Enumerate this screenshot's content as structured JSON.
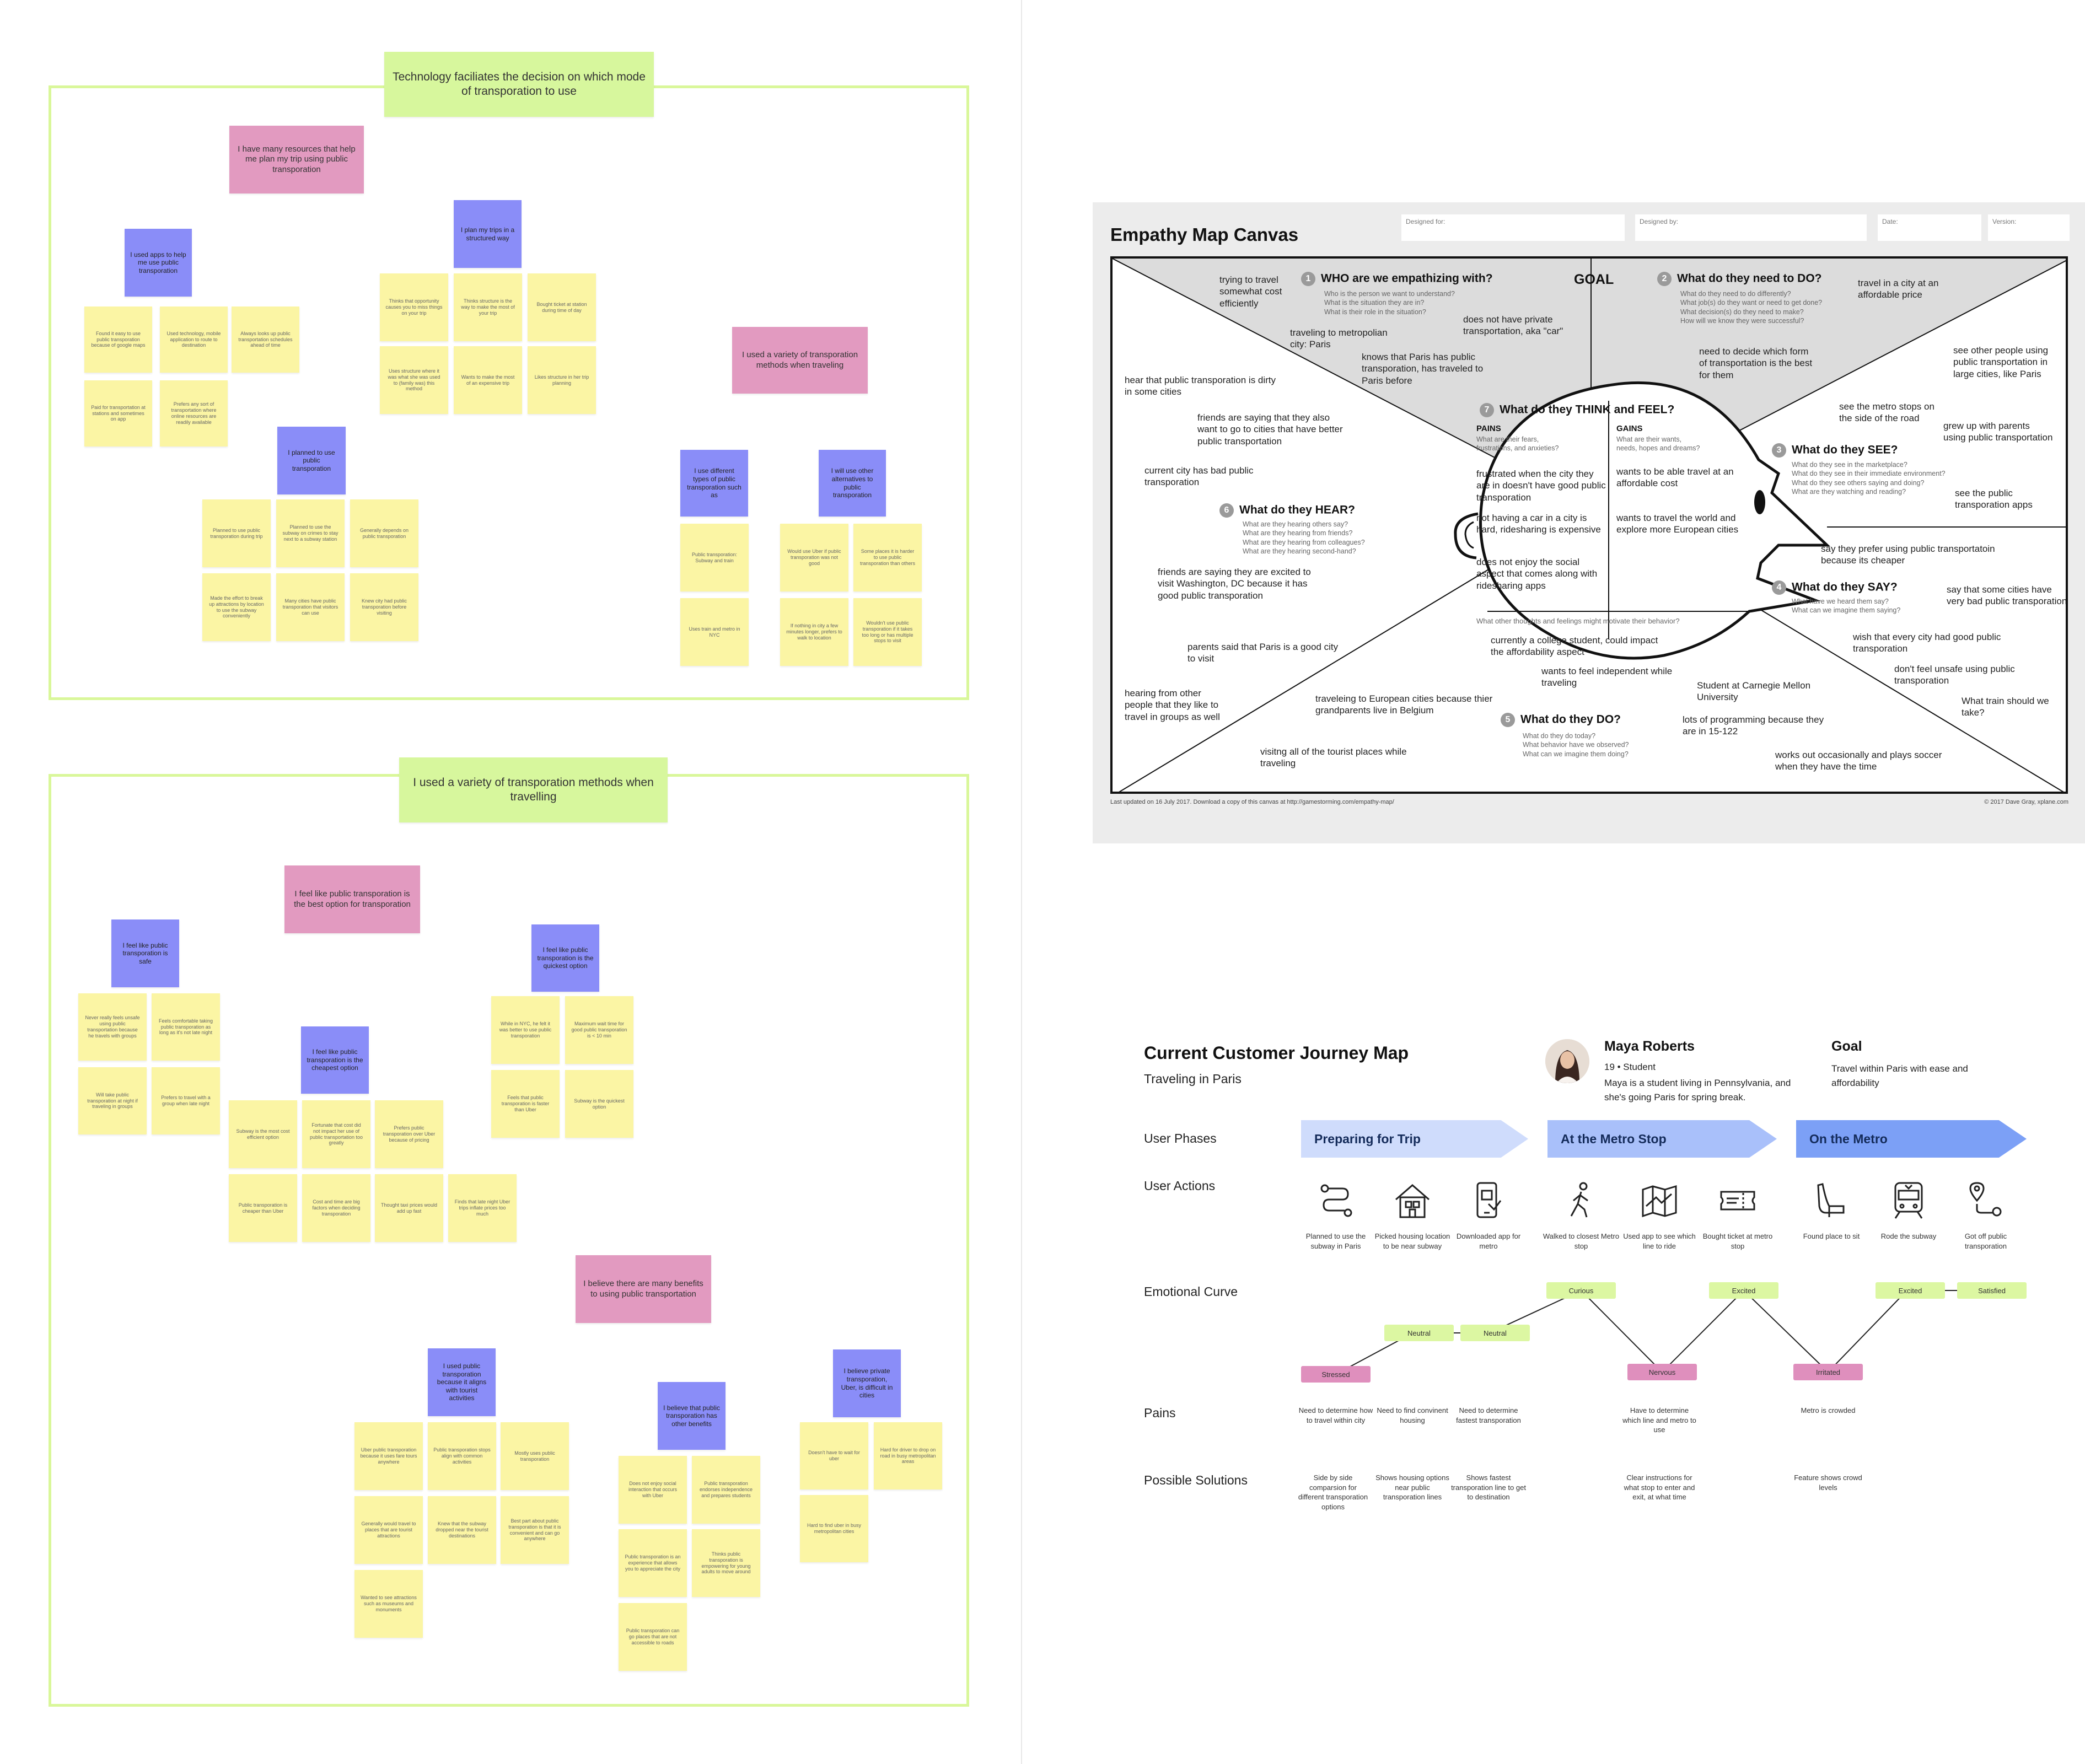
{
  "board1": {
    "title": "Technology faciliates the decision on which mode of transporation to use",
    "themes": [
      "I have many resources that help me plan my trip using public transporation",
      "I used a variety of transporation methods when traveling"
    ],
    "groups": [
      {
        "header": "I used apps to help me use public transporation",
        "notes": [
          "Found it easy to use public transporation because of google maps",
          "Used technology, mobile application to route to destination",
          "Always looks up public transportation schedules ahead of time",
          "Paid for transportation at stations and sometimes on app",
          "Prefers any sort of transportation where online resources are readily available"
        ]
      },
      {
        "header": "I plan my trips in a structured way",
        "notes": [
          "Thinks that opportunity causes you to miss things on your trip",
          "Thinks structure is the way to make the most of your trip",
          "Bought ticket at station during time of day",
          "Uses structure where it was what she was used to (family was) this method",
          "Wants to make the most of an expensive trip",
          "Likes structure in her trip planning"
        ]
      },
      {
        "header": "I planned to use public transporation",
        "notes": [
          "Planned to use public transporation during trip",
          "Planned to use the subway on crimes to stay next to a subway station",
          "Generally depends on public transporation",
          "Made the effort to break up attractions by location to use the subway conveniently",
          "Many cities have public transporation that visitors can use",
          "Knew city had public transporation before visiting"
        ]
      },
      {
        "header": "I use different types of public transporation such as",
        "notes": [
          "Public transporation: Subway and train",
          "Uses train and metro in NYC"
        ]
      },
      {
        "header": "I will use other alternatives to public transporation",
        "notes": [
          "Would use Uber if public transporation was not good",
          "Some places it is harder to use public transporation than others",
          "If nothing in city a few minutes longer, prefers to walk to location",
          "Wouldn't use public transporation if it takes too long or has multiple stops to visit"
        ]
      }
    ]
  },
  "board2": {
    "title": "I used a variety of transporation methods when travelling",
    "themes": [
      "I feel like public transporation is the best option for transporation",
      "I believe there are many benefits to using public transportation"
    ],
    "groups": [
      {
        "header": "I feel like public transporation is safe",
        "notes": [
          "Never really feels unsafe using public transportation because he travels with groups",
          "Feels comfortable taking public transporation as long as it's not late night",
          "Will take public transporation at night if traveling in groups",
          "Prefers to travel with a group when late night"
        ]
      },
      {
        "header": "I feel like public transporation is the quickest option",
        "notes": [
          "While in NYC, he felt it was better to use public transporation",
          "Maximum wait time for good public transporation is < 10 min",
          "Feels that public transporation is faster than Uber",
          "Subway is the quickest option"
        ]
      },
      {
        "header": "I feel like public transporation is the cheapest option",
        "notes": [
          "Subway is the most cost efficient option",
          "Fortunate that cost did not impact her use of public transportation too greatly",
          "Prefers public transporation over Uber because of pricing",
          "Public transporation is cheaper than Uber",
          "Cost and time are big factors when deciding transporation",
          "Thought taxi prices would add up fast",
          "Finds that late night Uber trips inflate prices too much"
        ]
      },
      {
        "header": "I used public transporation because it aligns with tourist activities",
        "notes": [
          "Uber public transporation because it uses fare tours anywhere",
          "Public transporation stops align with common activities",
          "Mostly uses public transporation",
          "Generally would travel to places that are tourist attractions",
          "Knew that the subway dropped near the tourist destinations",
          "Best part about public transporation is that it is convenient and can go anywhere",
          "Wanted to see attractions such as museums and monuments"
        ]
      },
      {
        "header": "I believe that public transporation has other benefits",
        "notes": [
          "Does not enjoy social interaction that occurs with Uber",
          "Public transporation endorses independence and prepares students",
          "Public transporation is an experience that allows you to appreciate the city",
          "Thinks public transporation is empowering for young adults to move around",
          "Public transporation can go places that are not accessible to roads"
        ]
      },
      {
        "header": "I believe private transporation, Uber, is difficult in cities",
        "notes": [
          "Doesn't have to wait for uber",
          "Hard for driver to drop on road in busy metropolitan areas",
          "Hard to find uber in busy metropolitan cities"
        ]
      }
    ]
  },
  "empathy": {
    "title": "Empathy Map Canvas",
    "meta": [
      "Designed for:",
      "Designed by:",
      "Date:",
      "Version:"
    ],
    "goal": "GOAL",
    "q1": {
      "num": "1",
      "head": "WHO are we empathizing with?",
      "sub": "Who is the person we want to understand?\nWhat is the situation they are in?\nWhat is their role in the situation?"
    },
    "q2": {
      "num": "2",
      "head": "What do they need to DO?",
      "sub": "What do they need to do differently?\nWhat job(s) do they want or need to get done?\nWhat decision(s) do they need to make?\nHow will we know they were successful?"
    },
    "q3": {
      "num": "3",
      "head": "What do they SEE?",
      "sub": "What do they see in the marketplace?\nWhat do they see in their immediate environment?\nWhat do they see others saying and doing?\nWhat are they watching and reading?"
    },
    "q4": {
      "num": "4",
      "head": "What do they SAY?",
      "sub": "What have we heard them say?\nWhat can we imagine them saying?"
    },
    "q5": {
      "num": "5",
      "head": "What do they DO?",
      "sub": "What do they do today?\nWhat behavior have we observed?\nWhat can we imagine them doing?"
    },
    "q6": {
      "num": "6",
      "head": "What do they HEAR?",
      "sub": "What are they hearing others say?\nWhat are they hearing from friends?\nWhat are they hearing from colleagues?\nWhat are they hearing second-hand?"
    },
    "q7": {
      "num": "7",
      "head": "What do they THINK and FEEL?",
      "pains": "PAINS",
      "pains_sub": "What are their fears,\nfrustrations, and anxieties?",
      "gains": "GAINS",
      "gains_sub": "What are their wants,\nneeds, hopes and dreams?",
      "other": "What other thoughts and feelings might motivate their behavior?"
    },
    "notes": {
      "who1": "trying to travel somewhat cost efficiently",
      "who2": "traveling to metropolian city: Paris",
      "who3": "does not have private transportation, aka \"car\"",
      "who4": "knows that Paris has public transporation, has traveled to Paris before",
      "do1": "travel in a city at an affordable price",
      "do2": "need to decide which form of transportation is the best for them",
      "see1": "see other people using public transportation in large cities, like Paris",
      "see2": "see the metro stops on the side of the road",
      "see3": "grew up with parents using public transportation",
      "see4": "see the public transporation apps",
      "say1": "say they prefer using public transportatoin because its cheaper",
      "say2": "say that some cities have very bad public transporation",
      "say3": "wish that every city had good public transporation",
      "say4": "don't feel unsafe using public transporation",
      "say5": "What train should we take?",
      "hear1": "hear that public transporation is dirty in some cities",
      "hear2": "friends are saying that they also want to go to cities that have better public transportation",
      "hear3": "current city has bad public transporation",
      "hear4": "friends are saying they are excited to visit Washington, DC because it has good public transporation",
      "hear5": "parents said that Paris is a good city to visit",
      "hear6": "hearing from other people that they like to travel in groups as well",
      "pain1": "frustrated when the city they are in doesn't have good public transporation",
      "pain2": "not having a car in a city is hard, ridesharing is expensive",
      "pain3": "does not enjoy the social aspect that comes along with ridesharing apps",
      "gain1": "wants to be able travel at an affordable cost",
      "gain2": "wants to travel the world and explore more European cities",
      "other1": "currently a college student, could impact the affordability aspect",
      "other2": "wants to feel independent while traveling",
      "do_a": "traveleing to European cities because thier grandparents live in Belgium",
      "do_b": "visitng all of the tourist places while traveling",
      "do_c": "Student at Carnegie Mellon University",
      "do_d": "lots of programming because they are in 15-122",
      "do_e": "works out occasionally and plays soccer when they have the time"
    },
    "footer_left": "Last updated on 16 July 2017. Download a copy of this canvas at http://gamestorming.com/empathy-map/",
    "footer_right": "© 2017 Dave Gray, xplane.com"
  },
  "journey": {
    "title": "Current Customer Journey Map",
    "subtitle": "Traveling in Paris",
    "persona": {
      "name": "Maya Roberts",
      "meta": "19 • Student",
      "desc": "Maya is a student living in Pennsylvania, and she's going Paris for spring break."
    },
    "goal": {
      "label": "Goal",
      "text": "Travel within Paris with ease and affordability"
    },
    "row_labels": [
      "User Phases",
      "User Actions",
      "Emotional Curve",
      "Pains",
      "Possible Solutions"
    ],
    "phases": [
      "Preparing for Trip",
      "At the Metro Stop",
      "On the Metro"
    ],
    "colors": {
      "phase1": "#cfdcfc",
      "phase2": "#a9c0fa",
      "phase3": "#7ca0f6",
      "emo_green": "#dcf7a2",
      "emo_pink": "#df8fbd"
    },
    "actions": [
      {
        "icon": "route-icon",
        "label": "Planned to use the subway in Paris"
      },
      {
        "icon": "house-icon",
        "label": "Picked housing location to be near subway"
      },
      {
        "icon": "phone-app-icon",
        "label": "Downloaded app for metro"
      },
      {
        "icon": "walking-icon",
        "label": "Walked to closest Metro stop"
      },
      {
        "icon": "map-icon",
        "label": "Used app to see which line to ride"
      },
      {
        "icon": "ticket-icon",
        "label": "Bought ticket at metro stop"
      },
      {
        "icon": "seat-icon",
        "label": "Found place to sit"
      },
      {
        "icon": "train-icon",
        "label": "Rode the subway"
      },
      {
        "icon": "location-route-icon",
        "label": "Got off public transporation"
      }
    ],
    "emotions": [
      "Stressed",
      "Neutral",
      "Neutral",
      "Curious",
      "Nervous",
      "Excited",
      "Irritated",
      "Excited",
      "Satisfied"
    ],
    "pains": [
      "Need to determine how to travel within city",
      "Need to find convinent housing",
      "Need to determine fastest transporation",
      "Have to determine which line and metro to use",
      "Metro is crowded"
    ],
    "solutions": [
      "Side by side comparsion for different transporation options",
      "Shows housing options near public transporation lines",
      "Shows fastest transporation line to get to destination",
      "Clear instructions for what stop to enter and exit, at what time",
      "Feature shows crowd levels"
    ]
  }
}
